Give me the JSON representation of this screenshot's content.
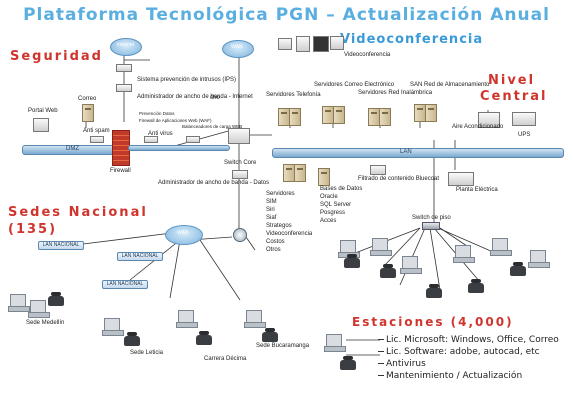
{
  "title": "Plataforma Tecnológica PGN – Actualización Anual",
  "sections": {
    "seguridad": "Seguridad",
    "videoconferencia": "Videoconferencia",
    "nivel_central_1": "Nivel",
    "nivel_central_2": "Central",
    "sedes_1": "Sedes Nacional",
    "sedes_2": "(135)",
    "estaciones": "Estaciones (4,000)"
  },
  "labels": {
    "internet": "Internet",
    "wan": "WAN",
    "wan2": "WAN",
    "ips": "Sistema prevención de intrusos (IPS)",
    "admin_ancho_internet": "Administrador de ancho de banda - Internet",
    "prevencion_datos": "Prevención Datos",
    "firewall_app": "Firewall de Aplicaciones Web (WAF)",
    "anti_virus": "Anti virus",
    "balanceador": "Balanceadores de carga WEB",
    "cho": "cho",
    "portal_web": "Portal Web",
    "correo": "Correo",
    "anti_spam": "Anti spam",
    "dmz": "DMZ",
    "firewall": "Firewall",
    "switch_core": "Switch Core",
    "lan": "LAN",
    "videoconf_small": "Videoconferencia",
    "serv_telefonia": "Servidores Telefonía",
    "serv_correo": "Servidores Correo Electrónico",
    "serv_inalambrica": "Servidores Red Inalámbrica",
    "san": "SAN Red de Almacenamiento",
    "aire": "Aire Acondicionado",
    "ups": "UPS",
    "filtrado": "Filtrado de contenido Bluecoat",
    "planta": "Planta Eléctrica",
    "admin_ancho_datos": "Administrador de ancho de banda - Datos",
    "servidores_list": [
      "Servidores",
      "SIM",
      "Siri",
      "Siaf",
      "Strategos",
      "Videoconferencia",
      "Costos",
      "Otros"
    ],
    "bd_list": [
      "Bases de Datos",
      "Oracle",
      "SQL Server",
      "Posgress",
      "Acces"
    ],
    "switch_piso": "Switch de piso",
    "lan_nacional_1": "LAN NACIONAL",
    "lan_nacional_2": "LAN NACIONAL",
    "lan_nacional_3": "LAN NACIONAL",
    "sede_medellin": "Sede Medellín",
    "sede_leticia": "Sede Leticia",
    "sede_carrera": "Carrera Décima",
    "sede_bucaramanga": "Sede Bucaramanga"
  },
  "estaciones_items": [
    "Lic. Microsoft: Windows, Office, Correo",
    "Lic. Software: adobe, autocad, etc",
    "Antivirus",
    "Mantenimiento / Actualización"
  ],
  "colors": {
    "title": "#5aaee0",
    "section_red": "#d0352d",
    "section_blue": "#3a9ad9",
    "lan_bar": "#7aa9cf"
  }
}
